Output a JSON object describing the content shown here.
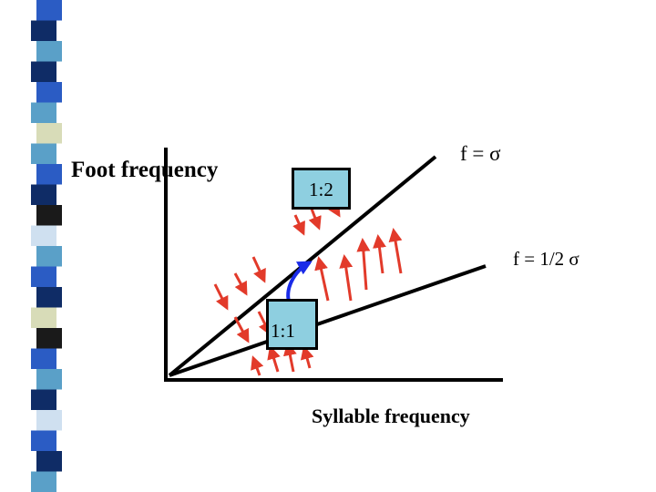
{
  "slide": {
    "y_axis_label": "Foot frequency",
    "x_axis_label": "Syllable frequency",
    "line_upper_label": "f = σ",
    "line_lower_label": "f = 1/2 σ",
    "box_upper_label": "1:2",
    "box_lower_label": "1:1"
  },
  "colors": {
    "arrow": "#e23a2a",
    "path": "#1a2be8",
    "box_fill": "#8ecfe0",
    "stripe_palette": [
      "#2b5cc4",
      "#0f2c66",
      "#5aa0c8",
      "#d8dcb8",
      "#1a1a1a",
      "#cfe0f0"
    ]
  }
}
